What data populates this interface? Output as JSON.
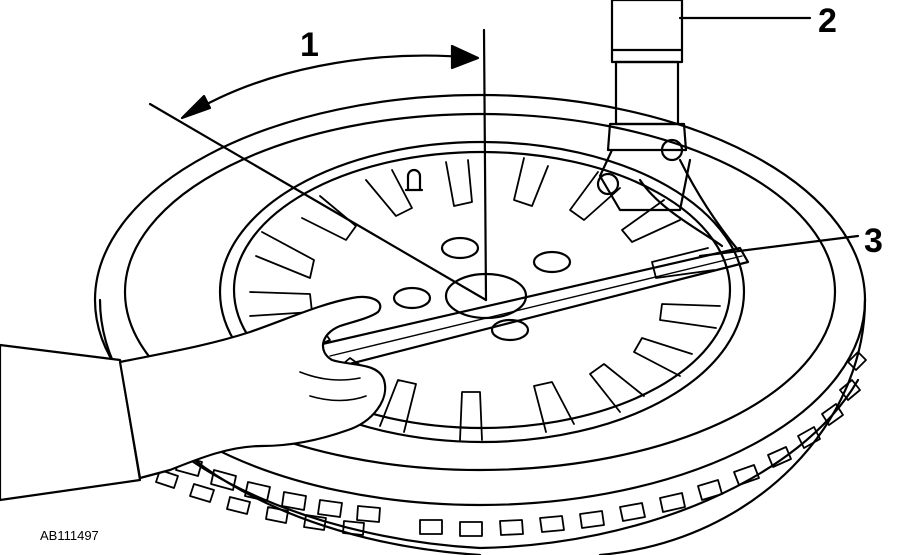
{
  "callouts": {
    "one": "1",
    "two": "2",
    "three": "3"
  },
  "figure_id": "AB111497",
  "colors": {
    "ink": "#000000",
    "paper": "#ffffff"
  }
}
